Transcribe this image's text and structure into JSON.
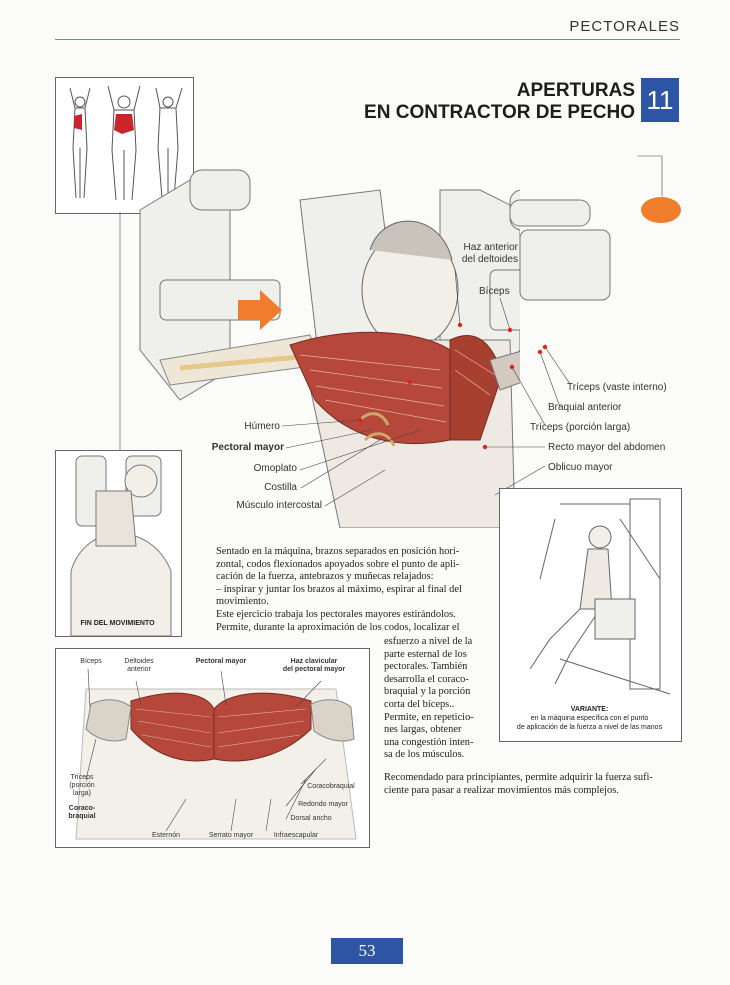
{
  "header": {
    "section": "PECTORALES"
  },
  "title": {
    "line1": "APERTURAS",
    "line2": "EN CONTRACTOR DE PECHO",
    "number": "11"
  },
  "labels_right": [
    "Haz anterior",
    "del deltoides",
    "Bíceps",
    "Tríceps (vaste interno)",
    "Braquial anterior",
    "Tríceps (porción larga)",
    "Recto mayor del abdomen",
    "Oblicuo mayor"
  ],
  "labels_left": [
    "Húmero",
    "Pectoral mayor",
    "Omoplato",
    "Costilla",
    "Músculo intercostal"
  ],
  "end_movement_caption": "FIN DEL MOVIMIENTO",
  "variant": {
    "title": "VARIANTE:",
    "line1": "en la máquina específica con el punto",
    "line2": "de aplicación de la fuerza a nivel de las manos"
  },
  "detail_labels": {
    "biceps": "Bíceps",
    "deltoides1": "Deltoides",
    "deltoides2": "anterior",
    "pectoral": "Pectoral mayor",
    "haz1": "Haz clavicular",
    "haz2": "del pectoral mayor",
    "triceps1": "Tríceps",
    "triceps2": "(porción",
    "triceps3": "larga)",
    "coraco1": "Coraco-",
    "coraco2": "braquial",
    "coracobraquial": "Coracobraquial",
    "redondo": "Redondo mayor",
    "dorsal": "Dorsal ancho",
    "esternon": "Esternón",
    "serrato": "Serrato mayor",
    "infraescapular": "Infraescapular"
  },
  "text": {
    "p1_lines": [
      "Sentado en la máquina, brazos separados en posición hori-",
      "zontal, codos flexionados apoyados sobre el punto de apli-",
      "cación de la fuerza, antebrazos y muñecas relajados:",
      "– inspirar y juntar los brazos al máximo, espirar al final del",
      "movimiento.",
      "Este ejercicio trabaja los pectorales mayores estirándolos.",
      "Permite, durante la aproximación de los codos, localizar el"
    ],
    "p2_lines": [
      "esfuerzo a nivel de la",
      "parte esternal de los",
      "pectorales. También",
      "desarrolla el coraco-",
      "braquial y la porción",
      "corta del bíceps..",
      "Permite, en repeticio-",
      "nes largas, obtener",
      "una congestión inten-",
      "sa de los músculos."
    ],
    "p3_lines": [
      "Recomendado para principiantes, permite adquirir la fuerza sufi-",
      "ciente para pasar a realizar movimientos más complejos."
    ]
  },
  "page_number": "53",
  "colors": {
    "accent_blue": "#2d55a3",
    "orange": "#ef7d2c",
    "muscle_red": "#b5483a"
  }
}
